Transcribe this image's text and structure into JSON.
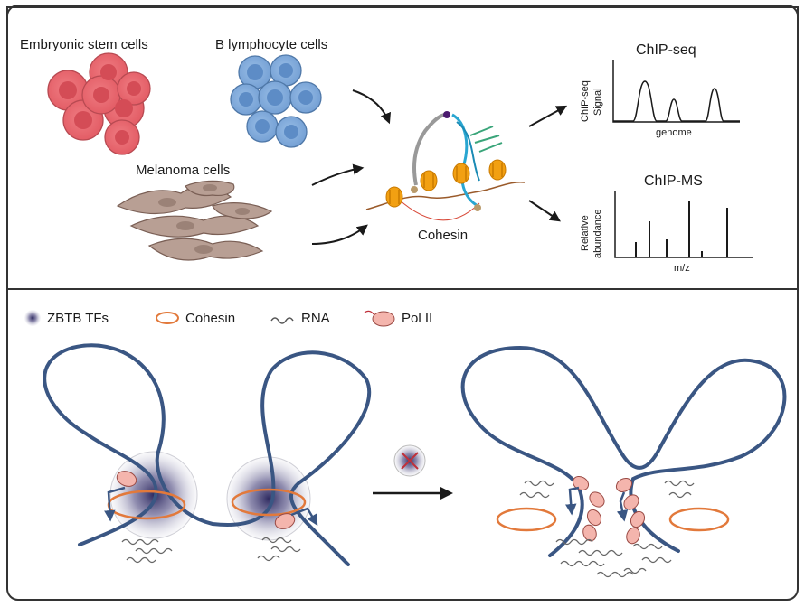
{
  "top_panel": {
    "cell_types": {
      "esc": "Embryonic stem cells",
      "b_cells": "B lymphocyte cells",
      "melanoma": "Melanoma cells"
    },
    "center_label": "Cohesin",
    "chip_seq": {
      "title": "ChIP-seq",
      "ylabel_line1": "ChIP-seq",
      "ylabel_line2": "Signal",
      "xlabel": "genome"
    },
    "chip_ms": {
      "title": "ChIP-MS",
      "ylabel_line1": "Relative",
      "ylabel_line2": "abundance",
      "xlabel": "m/z"
    }
  },
  "bottom_panel": {
    "legend": {
      "zbtb": "ZBTB TFs",
      "cohesin": "Cohesin",
      "rna": "RNA",
      "pol2": "Pol II"
    }
  },
  "colors": {
    "esc": "#e8636b",
    "b_cells": "#7fa8d8",
    "melanoma": "#b89f94",
    "chromatin": "#3a5683",
    "cohesin_ring": "#e2793b",
    "nucleosome": "#f2a012",
    "pol2": "#f4b5ad",
    "zbtb": "#3d3b6e",
    "inhibit_x": "#c0303a"
  }
}
